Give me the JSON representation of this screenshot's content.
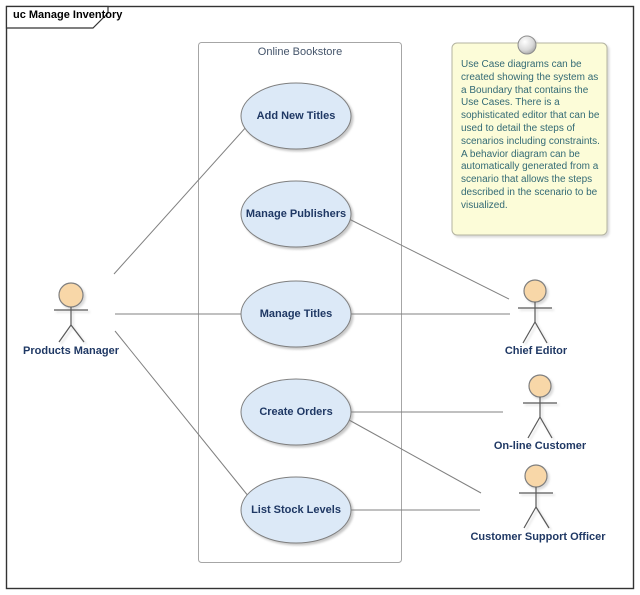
{
  "frame": {
    "title": "uc Manage Inventory"
  },
  "boundary": {
    "title": "Online Bookstore"
  },
  "use_cases": [
    {
      "label": "Add New Titles"
    },
    {
      "label": "Manage Publishers"
    },
    {
      "label": "Manage Titles"
    },
    {
      "label": "Create Orders"
    },
    {
      "label": "List Stock Levels"
    }
  ],
  "actors": [
    {
      "label": "Products Manager"
    },
    {
      "label": "Chief Editor"
    },
    {
      "label": "On-line Customer"
    },
    {
      "label": "Customer Support Officer"
    }
  ],
  "note": {
    "text": "Use Case diagrams can be created showing the system as a Boundary that contains the Use Cases. There is a sophisticated editor that can be used to detail the steps of scenarios including constraints. A behavior diagram can be automatically generated from a scenario that allows the steps described in the scenario to be visualized."
  },
  "connections": [
    {
      "from": "Products Manager",
      "to": "Add New Titles"
    },
    {
      "from": "Products Manager",
      "to": "Manage Titles"
    },
    {
      "from": "Products Manager",
      "to": "List Stock Levels"
    },
    {
      "from": "Manage Publishers",
      "to": "Chief Editor"
    },
    {
      "from": "Manage Titles",
      "to": "Chief Editor"
    },
    {
      "from": "Create Orders",
      "to": "On-line Customer"
    },
    {
      "from": "Create Orders",
      "to": "Customer Support Officer"
    },
    {
      "from": "List Stock Levels",
      "to": "Customer Support Officer"
    }
  ],
  "colors": {
    "use_case_fill": "#DCE9F7",
    "use_case_border": "#7F7F7F",
    "actor_head_fill": "#F8D7A8",
    "note_fill": "#FCFCD8",
    "note_border": "#B3B3A1",
    "note_text": "#336A75",
    "label_text": "#1F3864",
    "boundary_title_text": "#44546A",
    "connector": "#808080",
    "frame_border": "#333333"
  }
}
